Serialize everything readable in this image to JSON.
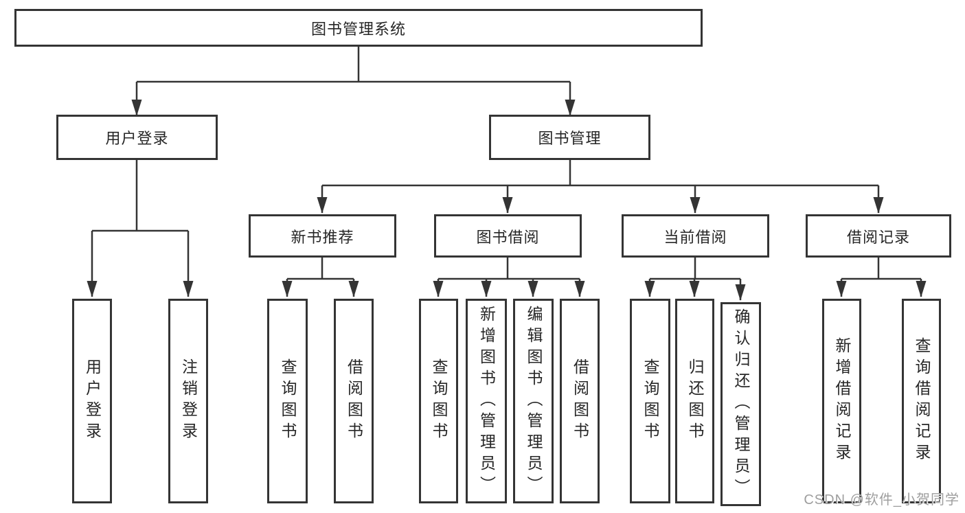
{
  "nodes": {
    "root": "图书管理系统",
    "userLogin": "用户登录",
    "bookMgmt": "图书管理",
    "newBookRec": "新书推荐",
    "bookBorrow": "图书借阅",
    "currentBorrow": "当前借阅",
    "borrowRecord": "借阅记录",
    "leafUserLogin": "用户登录",
    "leafLogout": "注销登录",
    "recQueryBook": "查询图书",
    "recBorrowBook": "借阅图书",
    "bbQueryBook": "查询图书",
    "bbAddBook": "新增图书（管理员）",
    "bbEditBook": "编辑图书（管理员）",
    "bbBorrowBook": "借阅图书",
    "cbQueryBook": "查询图书",
    "cbReturnBook": "归还图书",
    "cbConfirmReturn": "确认归还（管理员）",
    "brAddRecord": "新增借阅记录",
    "brQueryRecord": "查询借阅记录"
  },
  "watermark": "CSDN @软件_小贺同学",
  "colors": {
    "line": "#343434",
    "text": "#262626",
    "background": "#ffffff",
    "watermark": "#9e9e9e"
  }
}
